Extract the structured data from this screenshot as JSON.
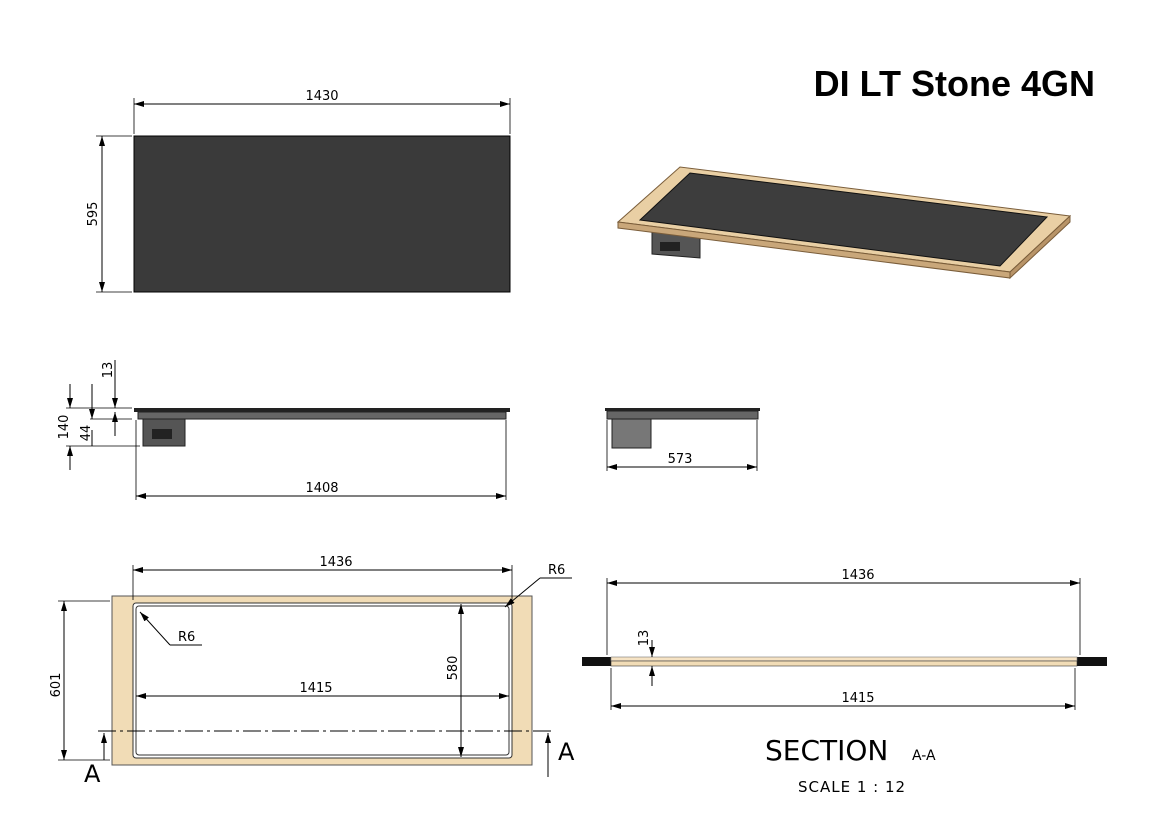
{
  "title": "DI LT Stone 4GN",
  "top_view": {
    "width_dim": "1430",
    "depth_dim": "595"
  },
  "front_view": {
    "length_dim": "1408",
    "total_height_dim": "140",
    "box_height_dim": "44",
    "slab_dim": "13"
  },
  "side_view": {
    "depth_dim": "573"
  },
  "cutout_view": {
    "outer_width_dim": "1436",
    "outer_depth_dim": "601",
    "inner_width_dim": "1415",
    "inner_depth_dim": "580",
    "radius_left": "R6",
    "radius_right": "R6",
    "section_letter_left": "A",
    "section_letter_right": "A"
  },
  "section_view": {
    "outer_width_dim": "1436",
    "inner_width_dim": "1415",
    "thickness_dim": "13",
    "label": "SECTION",
    "label_suffix": "A-A",
    "scale": "SCALE 1 : 12"
  },
  "colors": {
    "stone": "#3a3a3a",
    "wood": "#f1dcb6",
    "wood_edge": "#c9a77a"
  }
}
